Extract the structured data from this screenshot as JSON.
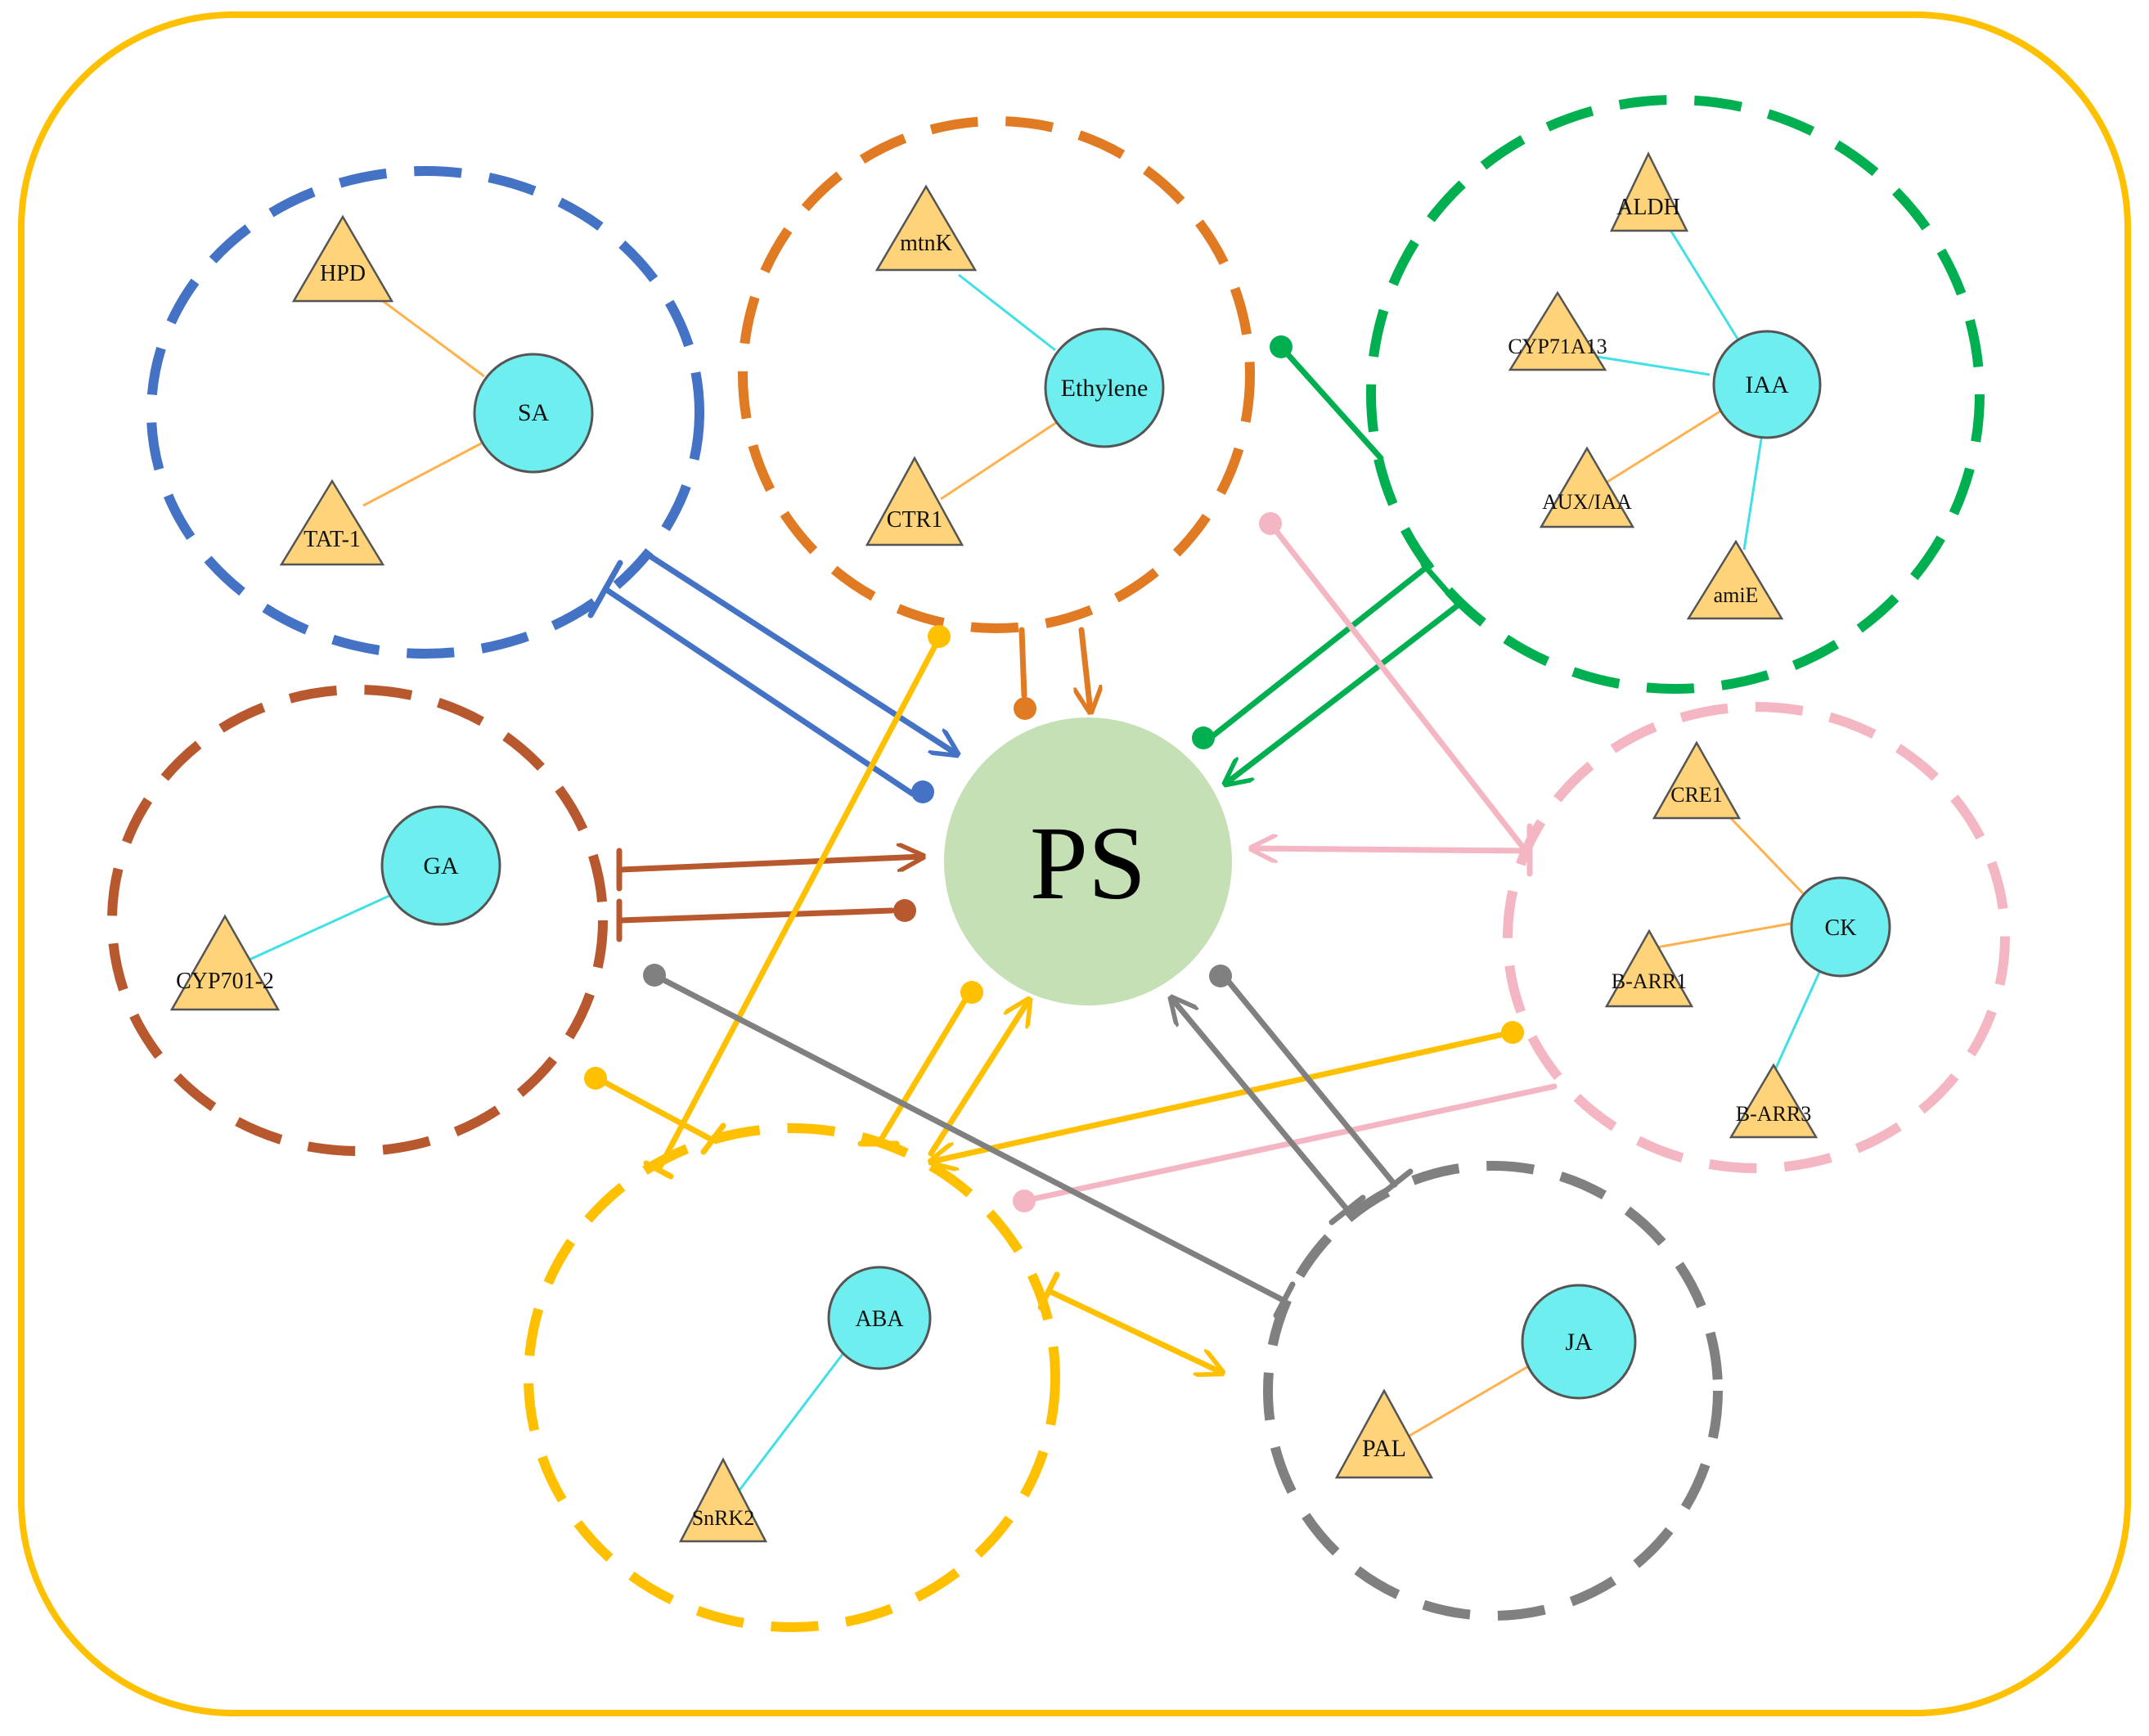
{
  "center_label": "PS",
  "modules": [
    {
      "id": "sa",
      "color": "#4472C4",
      "hormone": "SA",
      "genes": [
        "HPD",
        "TAT-1"
      ]
    },
    {
      "id": "ethylene",
      "color": "#E07B24",
      "hormone": "Ethylene",
      "genes": [
        "mtnK",
        "CTR1"
      ]
    },
    {
      "id": "iaa",
      "color": "#00B050",
      "hormone": "IAA",
      "genes": [
        "ALDH",
        "CYP71A13",
        "AUX/IAA",
        "amiE"
      ]
    },
    {
      "id": "ga",
      "color": "#B8582E",
      "hormone": "GA",
      "genes": [
        "CYP701-2"
      ]
    },
    {
      "id": "ck",
      "color": "#F4B6C2",
      "hormone": "CK",
      "genes": [
        "CRE1",
        "B-ARR1",
        "B-ARR3"
      ]
    },
    {
      "id": "aba",
      "color": "#FFC000",
      "hormone": "ABA",
      "genes": [
        "SnRK2"
      ]
    },
    {
      "id": "ja",
      "color": "#808080",
      "hormone": "JA",
      "genes": [
        "PAL"
      ]
    }
  ],
  "colors": {
    "frame": "#FFC000",
    "hormone_fill": "#6FEEF0",
    "gene_fill": "#FFD37A",
    "ps_fill": "#C5E0B4",
    "link_positive": "#FFB14E",
    "link_cyan": "#3FE0E6"
  }
}
